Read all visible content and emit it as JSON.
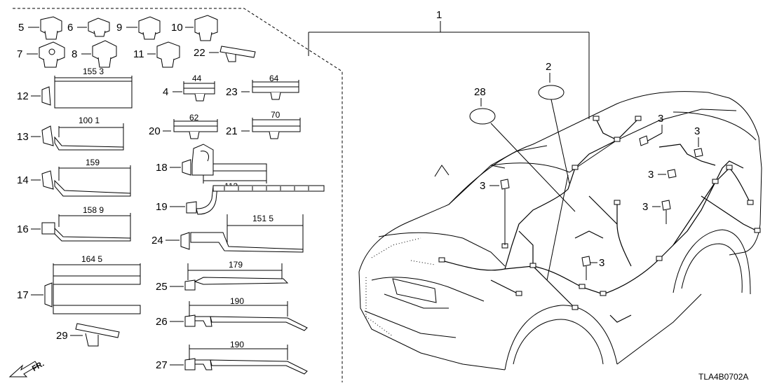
{
  "callouts": {
    "c1": "1",
    "c2": "2",
    "c3a": "3",
    "c3b": "3",
    "c3c": "3",
    "c3d": "3",
    "c3e": "3",
    "c3f": "3",
    "c4": "4",
    "c5": "5",
    "c6": "6",
    "c7": "7",
    "c8": "8",
    "c9": "9",
    "c10": "10",
    "c11": "11",
    "c12": "12",
    "c13": "13",
    "c14": "14",
    "c16": "16",
    "c17": "17",
    "c18": "18",
    "c19": "19",
    "c20": "20",
    "c21": "21",
    "c22": "22",
    "c23": "23",
    "c24": "24",
    "c25": "25",
    "c26": "26",
    "c27": "27",
    "c28": "28",
    "c29": "29"
  },
  "dimensions": {
    "d12": "155 3",
    "d13": "100 1",
    "d14": "159",
    "d16": "158 9",
    "d17": "164 5",
    "d4": "44",
    "d23": "64",
    "d20": "62",
    "d21": "70",
    "d18": "113",
    "d24": "151 5",
    "d25": "179",
    "d26": "190",
    "d27": "190"
  },
  "front_arrow_label": "FR.",
  "diagram_code": "TLA4B0702A",
  "colors": {
    "line": "#000000",
    "background": "#ffffff"
  },
  "icons": [
    "front-direction-arrow-icon",
    "grommet-icon",
    "bolt-icon",
    "harness-clip-icon"
  ]
}
